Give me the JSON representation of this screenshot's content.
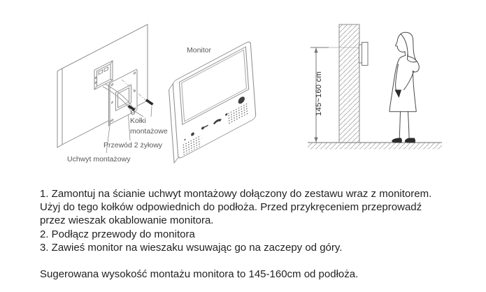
{
  "diagrams": {
    "bracket": {
      "labels": {
        "kolki": "Kołki montażowe",
        "przewod": "Przewód 2 żyłowy",
        "uchwyt": "Uchwyt montażowy"
      }
    },
    "monitor": {
      "label": "Monitor",
      "icons": [
        "led-indicator-icon",
        "menu-icon",
        "key-unlock-icon",
        "handset-talk-icon",
        "adjust-icon",
        "power-button-icon",
        "speaker-grille-left",
        "speaker-grille-right"
      ]
    },
    "height": {
      "dimension_label": "145~160 cm"
    }
  },
  "instructions": {
    "lines": [
      "1. Zamontuj na ścianie uchwyt montażowy dołączony do zestawu wraz z monitorem.",
      "Użyj do tego kołków odpowiednich do podłoża. Przed przykręceniem przeprowadź",
      "przez wieszak okablowanie monitora.",
      "2. Podłącz przewody do monitora",
      "3. Zawieś monitor na wieszaku wsuwając go na zaczepy od góry."
    ],
    "note": "Sugerowana wysokość montażu monitora to 145-160cm od podłoża."
  },
  "colors": {
    "diagram_line": "#8d8d8d",
    "label_text": "#595959",
    "body_text": "#222222",
    "dark_fill": "#2b2b2b"
  }
}
